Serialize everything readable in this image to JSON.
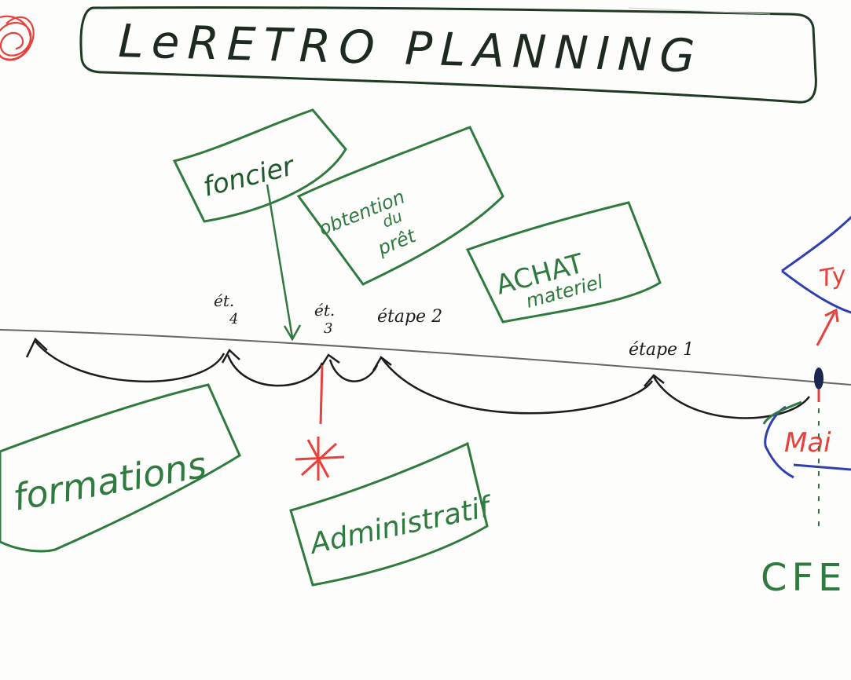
{
  "title": "LeRETRO PLANNING",
  "boxes": {
    "foncier": "foncier",
    "pret": [
      "obtention",
      "du",
      "prêt"
    ],
    "achat": [
      "ACHAT",
      "materiel"
    ],
    "formations": "formations",
    "administratif": "Administratif",
    "cfe": "CFE",
    "right_red_top": "Ty",
    "right_red_bottom": "Mai"
  },
  "steps": {
    "et4": [
      "ét.",
      "4"
    ],
    "et3": [
      "ét.",
      "3"
    ],
    "etape2": "étape 2",
    "etape1": "étape 1"
  },
  "colors": {
    "ink_black": "#1d1d1d",
    "ink_green": "#2f7a3e",
    "ink_red": "#e8403a",
    "ink_blue": "#2f3fae"
  }
}
